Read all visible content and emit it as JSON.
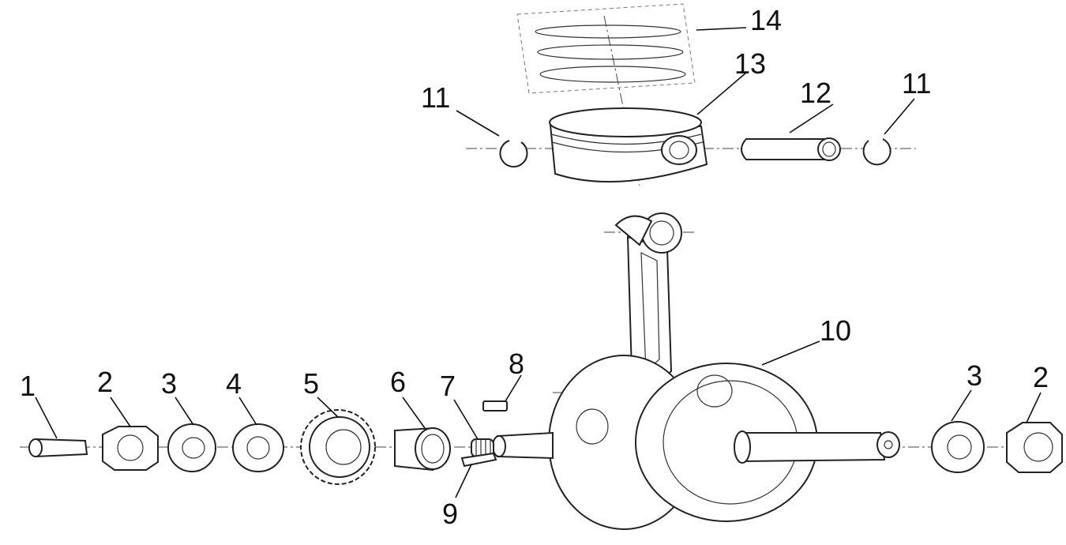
{
  "diagram": {
    "callouts": [
      {
        "id": "c14",
        "number": "14"
      },
      {
        "id": "c13",
        "number": "13"
      },
      {
        "id": "c11a",
        "number": "11"
      },
      {
        "id": "c12",
        "number": "12"
      },
      {
        "id": "c11b",
        "number": "11"
      },
      {
        "id": "c10",
        "number": "10"
      },
      {
        "id": "c8",
        "number": "8"
      },
      {
        "id": "c1",
        "number": "1"
      },
      {
        "id": "c2a",
        "number": "2"
      },
      {
        "id": "c3a",
        "number": "3"
      },
      {
        "id": "c4",
        "number": "4"
      },
      {
        "id": "c5",
        "number": "5"
      },
      {
        "id": "c6",
        "number": "6"
      },
      {
        "id": "c7",
        "number": "7"
      },
      {
        "id": "c9",
        "number": "9"
      },
      {
        "id": "c3b",
        "number": "3"
      },
      {
        "id": "c2b",
        "number": "2"
      }
    ]
  }
}
